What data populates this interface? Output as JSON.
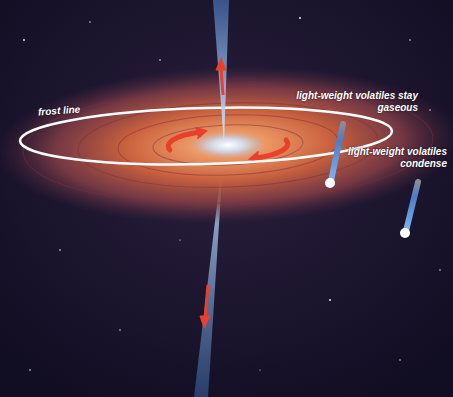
{
  "diagram": {
    "labels": [
      "frost line",
      "light-weight volatiles stay gaseous",
      "light-weight volatiles condense"
    ]
  }
}
